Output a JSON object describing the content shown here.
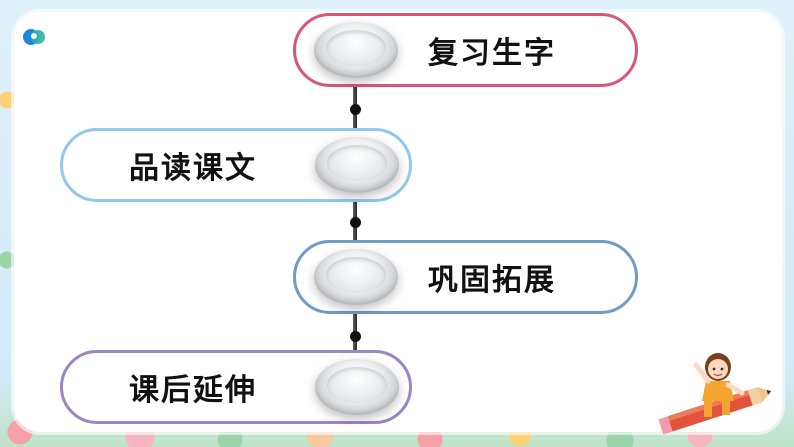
{
  "menu": {
    "items": [
      {
        "label": "复习生字",
        "color": "#d9557a"
      },
      {
        "label": "品读课文",
        "color": "#8fc9ee"
      },
      {
        "label": "巩固拓展",
        "color": "#6f9bc6"
      },
      {
        "label": "课后延伸",
        "color": "#9b86c4"
      }
    ]
  },
  "colors": {
    "background": "#dff1fb",
    "card": "#ffffff",
    "timeline": "#333333"
  },
  "icons": {
    "logo": "brand-logo-icon",
    "illustration": "girl-on-pencil-illustration"
  }
}
